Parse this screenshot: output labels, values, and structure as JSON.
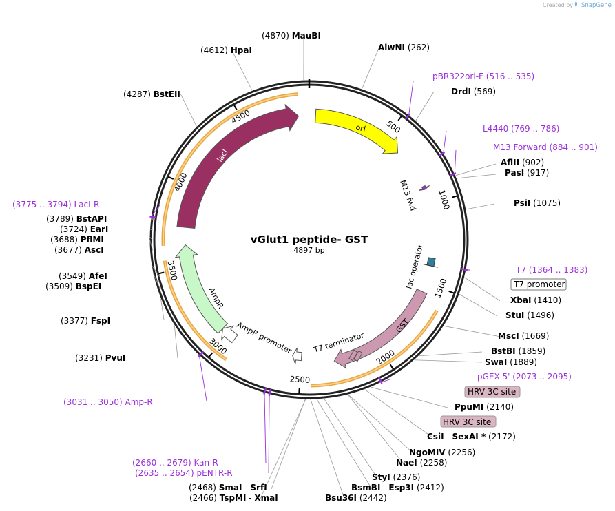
{
  "brand": {
    "created_by": "Created by",
    "name": "SnapGene"
  },
  "plasmid": {
    "name": "vGlut1 peptide- GST",
    "size": "4897 bp",
    "length": 4897
  },
  "colors": {
    "lacI": "#9a2f62",
    "ori": "#ffff00",
    "AmpR": "#c8f7c8",
    "GST": "#cc99b0",
    "T7_promoter": "#ffffff",
    "lac_operator": "#2f7f9b",
    "HRV": "#dbb5c2",
    "primer": "#9b30d9",
    "orf": "#f2b24c"
  },
  "ticks": [
    "500",
    "1000",
    "1500",
    "2000",
    "2500",
    "3000",
    "3500",
    "4000",
    "4500"
  ],
  "features": {
    "lacI": "lacI",
    "ori": "ori",
    "AmpR": "AmpR",
    "AmpR_promoter": "AmpR promoter",
    "GST": "GST",
    "T7_terminator": "T7 terminator",
    "lac_operator": "lac operator",
    "M13_fwd": "M13 fwd",
    "T7_promoter": "T7 promoter",
    "hrv1": "HRV 3C site",
    "hrv2": "HRV 3C site"
  },
  "sites": [
    {
      "name": "MauBI",
      "pos": "(4870)"
    },
    {
      "name": "HpaI",
      "pos": "(4612)"
    },
    {
      "name": "BstEII",
      "pos": "(4287)"
    },
    {
      "name": "AlwNI",
      "pos": "(262)"
    },
    {
      "name": "DrdI",
      "pos": "(569)"
    },
    {
      "name": "AflII",
      "pos": "(902)"
    },
    {
      "name": "PasI",
      "pos": "(917)"
    },
    {
      "name": "PsiI",
      "pos": "(1075)"
    },
    {
      "name": "XbaI",
      "pos": "(1410)"
    },
    {
      "name": "StuI",
      "pos": "(1496)"
    },
    {
      "name": "MscI",
      "pos": "(1669)"
    },
    {
      "name": "BstBI",
      "pos": "(1859)"
    },
    {
      "name": "SwaI",
      "pos": "(1889)"
    },
    {
      "name": "PpuMI",
      "pos": "(2140)"
    },
    {
      "name": "CsiI",
      "sep": "-",
      "name2": "SexAI *",
      "pos": "(2172)"
    },
    {
      "name": "NgoMIV",
      "pos": "(2256)"
    },
    {
      "name": "NaeI",
      "pos": "(2258)"
    },
    {
      "name": "StyI",
      "pos": "(2376)"
    },
    {
      "name": "BsmBI",
      "sep": "-",
      "name2": "Esp3I",
      "pos": "(2412)"
    },
    {
      "name": "Bsu36I",
      "pos": "(2442)"
    },
    {
      "name": "SmaI",
      "sep": "-",
      "name2": "SrfI",
      "pos": "(2468)"
    },
    {
      "name": "TspMI",
      "sep": "-",
      "name2": "XmaI",
      "pos": "(2466)"
    },
    {
      "name": "BstAPI",
      "pos": "(3789)"
    },
    {
      "name": "EarI",
      "pos": "(3724)"
    },
    {
      "name": "PflMI",
      "pos": "(3688)"
    },
    {
      "name": "AscI",
      "pos": "(3677)"
    },
    {
      "name": "AfeI",
      "pos": "(3549)"
    },
    {
      "name": "BspEI",
      "pos": "(3509)"
    },
    {
      "name": "FspI",
      "pos": "(3377)"
    },
    {
      "name": "PvuI",
      "pos": "(3231)"
    }
  ],
  "primers": [
    {
      "name": "pBR322ori-F",
      "range": "(516 .. 535)"
    },
    {
      "name": "L4440",
      "range": "(769 .. 786)"
    },
    {
      "name": "M13 Forward",
      "range": "(884 .. 901)"
    },
    {
      "name": "T7",
      "range": "(1364 .. 1383)"
    },
    {
      "name": "pGEX 5'",
      "range": "(2073 .. 2095)"
    },
    {
      "name": "LacI-R",
      "range": "(3775 .. 3794)"
    },
    {
      "name": "Amp-R",
      "range": "(3031 .. 3050)"
    },
    {
      "name": "Kan-R",
      "range": "(2660 .. 2679)"
    },
    {
      "name": "pENTR-R",
      "range": "(2635 .. 2654)"
    }
  ]
}
